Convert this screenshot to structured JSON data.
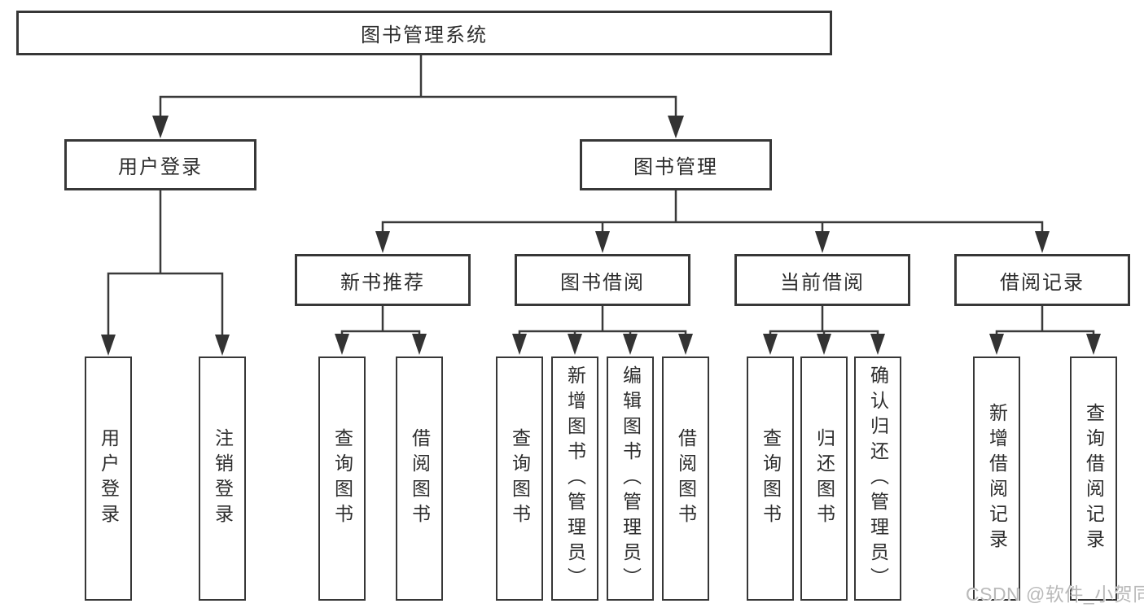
{
  "tree": {
    "root": {
      "label": "图书管理系统"
    },
    "branches": [
      {
        "label": "用户登录",
        "children": [
          {
            "label": "用户登录"
          },
          {
            "label": "注销登录"
          }
        ]
      },
      {
        "label": "图书管理",
        "groups": [
          {
            "label": "新书推荐",
            "children": [
              {
                "label": "查询图书"
              },
              {
                "label": "借阅图书"
              }
            ]
          },
          {
            "label": "图书借阅",
            "children": [
              {
                "label": "查询图书"
              },
              {
                "label": "新增图书（管理员）"
              },
              {
                "label": "编辑图书（管理员）"
              },
              {
                "label": "借阅图书"
              }
            ]
          },
          {
            "label": "当前借阅",
            "children": [
              {
                "label": "查询图书"
              },
              {
                "label": "归还图书"
              },
              {
                "label": "确认归还（管理员）"
              }
            ]
          },
          {
            "label": "借阅记录",
            "children": [
              {
                "label": "新增借阅记录"
              },
              {
                "label": "查询借阅记录"
              }
            ]
          }
        ]
      }
    ]
  },
  "watermark": {
    "text": "CSDN @软件_小贺同学"
  },
  "colors": {
    "line": "#3a3a3a",
    "arrowhead": "#333333",
    "box_border": "#373737",
    "box_background": "#ffffff",
    "text": "#2d2d2d",
    "watermark": "#b9b9b9"
  }
}
